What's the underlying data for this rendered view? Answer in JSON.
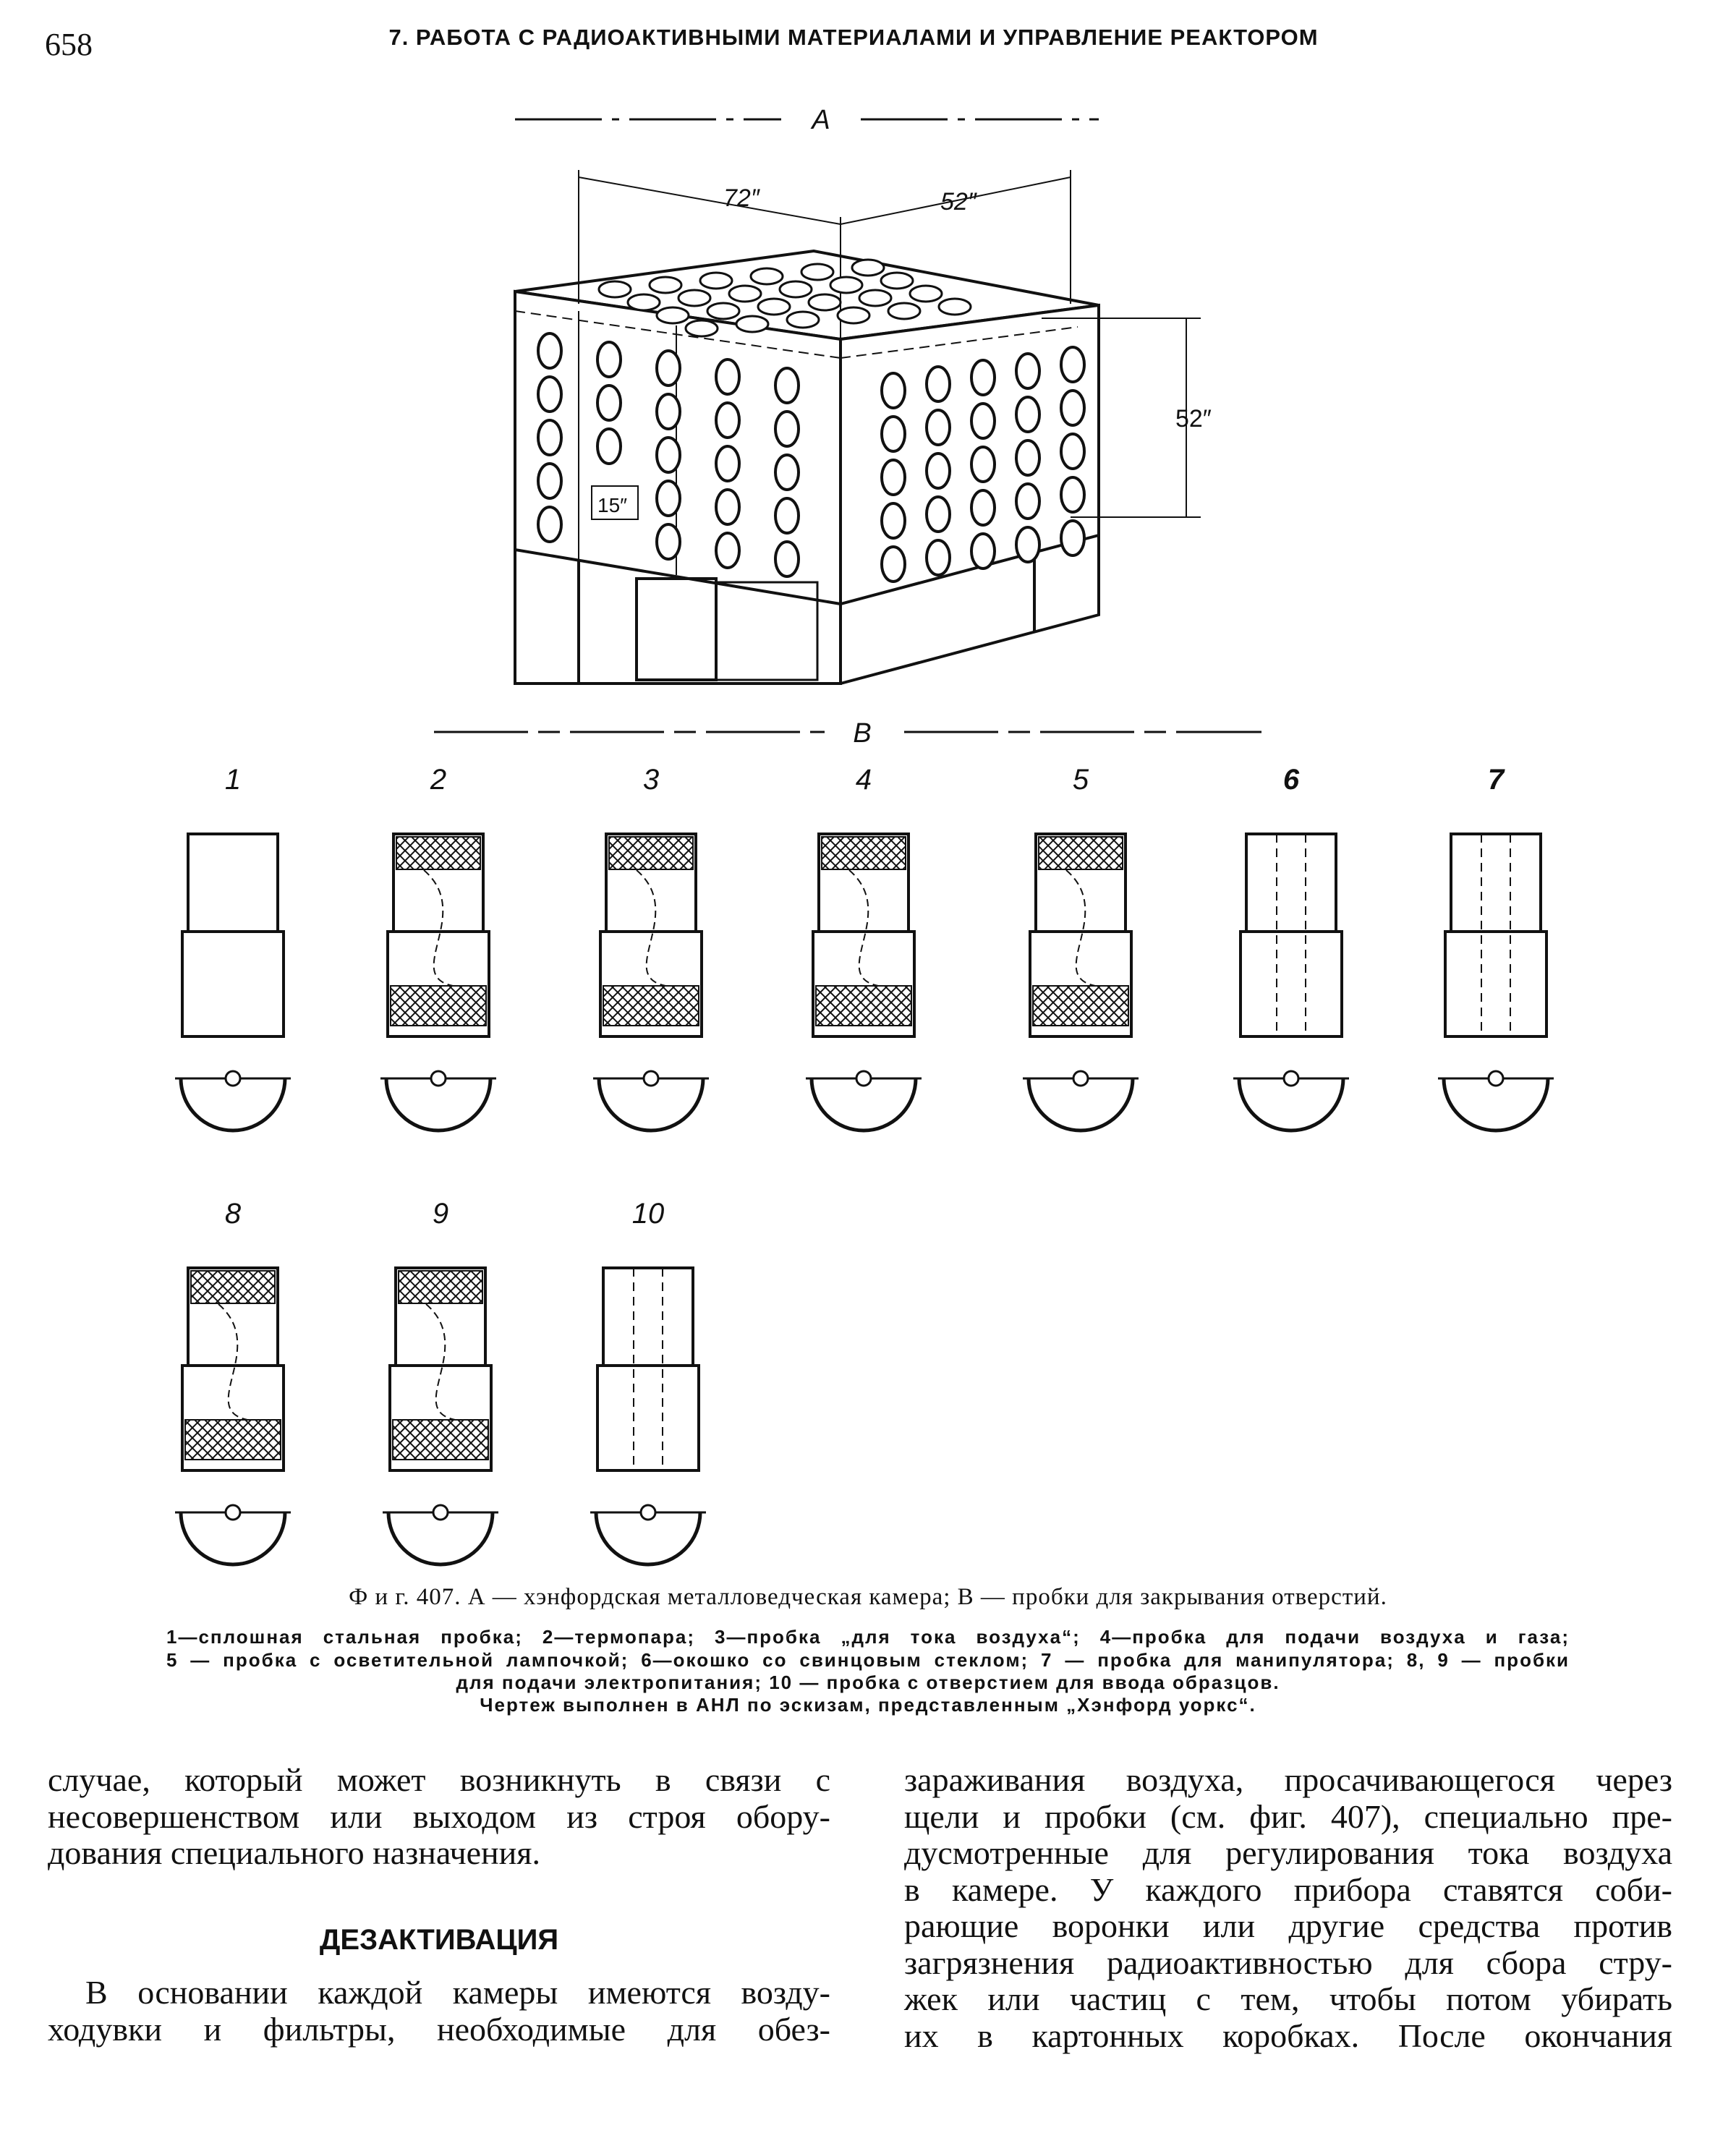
{
  "header": {
    "page_number": "658",
    "running_head": "7. РАБОТА С РАДИОАКТИВНЫМИ МАТЕРИАЛАМИ И УПРАВЛЕНИЕ РЕАКТОРОМ"
  },
  "figure": {
    "label_a": "A",
    "label_b": "B",
    "dim_width": "72″",
    "dim_depth": "52″",
    "dim_height": "52″",
    "dim_inner": "15″",
    "plugs": [
      "1",
      "2",
      "3",
      "4",
      "5",
      "6",
      "7",
      "8",
      "9",
      "10"
    ],
    "title": "Ф и г. 407. А — хэнфордская металловедческая камера; В — пробки для закрывания отверстий.",
    "legend_lines": [
      "1—сплошная стальная пробка; 2—термопара; 3—пробка „для тока воздуха“; 4—пробка для подачи воздуха и газа;",
      "5 — пробка с осветительной лампочкой; 6—окошко со свинцовым стеклом; 7 — пробка для манипулятора; 8, 9 — пробки",
      "для подачи электропитания; 10 — пробка с отверстием для ввода образцов.",
      "Чертеж выполнен в АНЛ по эскизам, представленным „Хэнфорд уоркс“."
    ]
  },
  "body": {
    "left_lines": [
      "случае, который может возникнуть в связи с",
      "несовершенством или выходом из строя обору-",
      "дования специального назначения."
    ],
    "heading": "ДЕЗАКТИВАЦИЯ",
    "left_lines_2": [
      "В основании каждой камеры имеются возду-",
      "ходувки и фильтры, необходимые для обез-"
    ],
    "right_lines": [
      "зараживания воздуха, просачивающегося через",
      "щели и пробки (см. фиг. 407), специально пре-",
      "дусмотренные для регулирования тока воздуха",
      "в камере. У каждого прибора ставятся соби-",
      "рающие воронки или другие средства против",
      "загрязнения радиоактивностью для сбора стру-",
      "жек или частиц с тем, чтобы потом убирать",
      "их в картонных коробках. После окончания"
    ]
  }
}
